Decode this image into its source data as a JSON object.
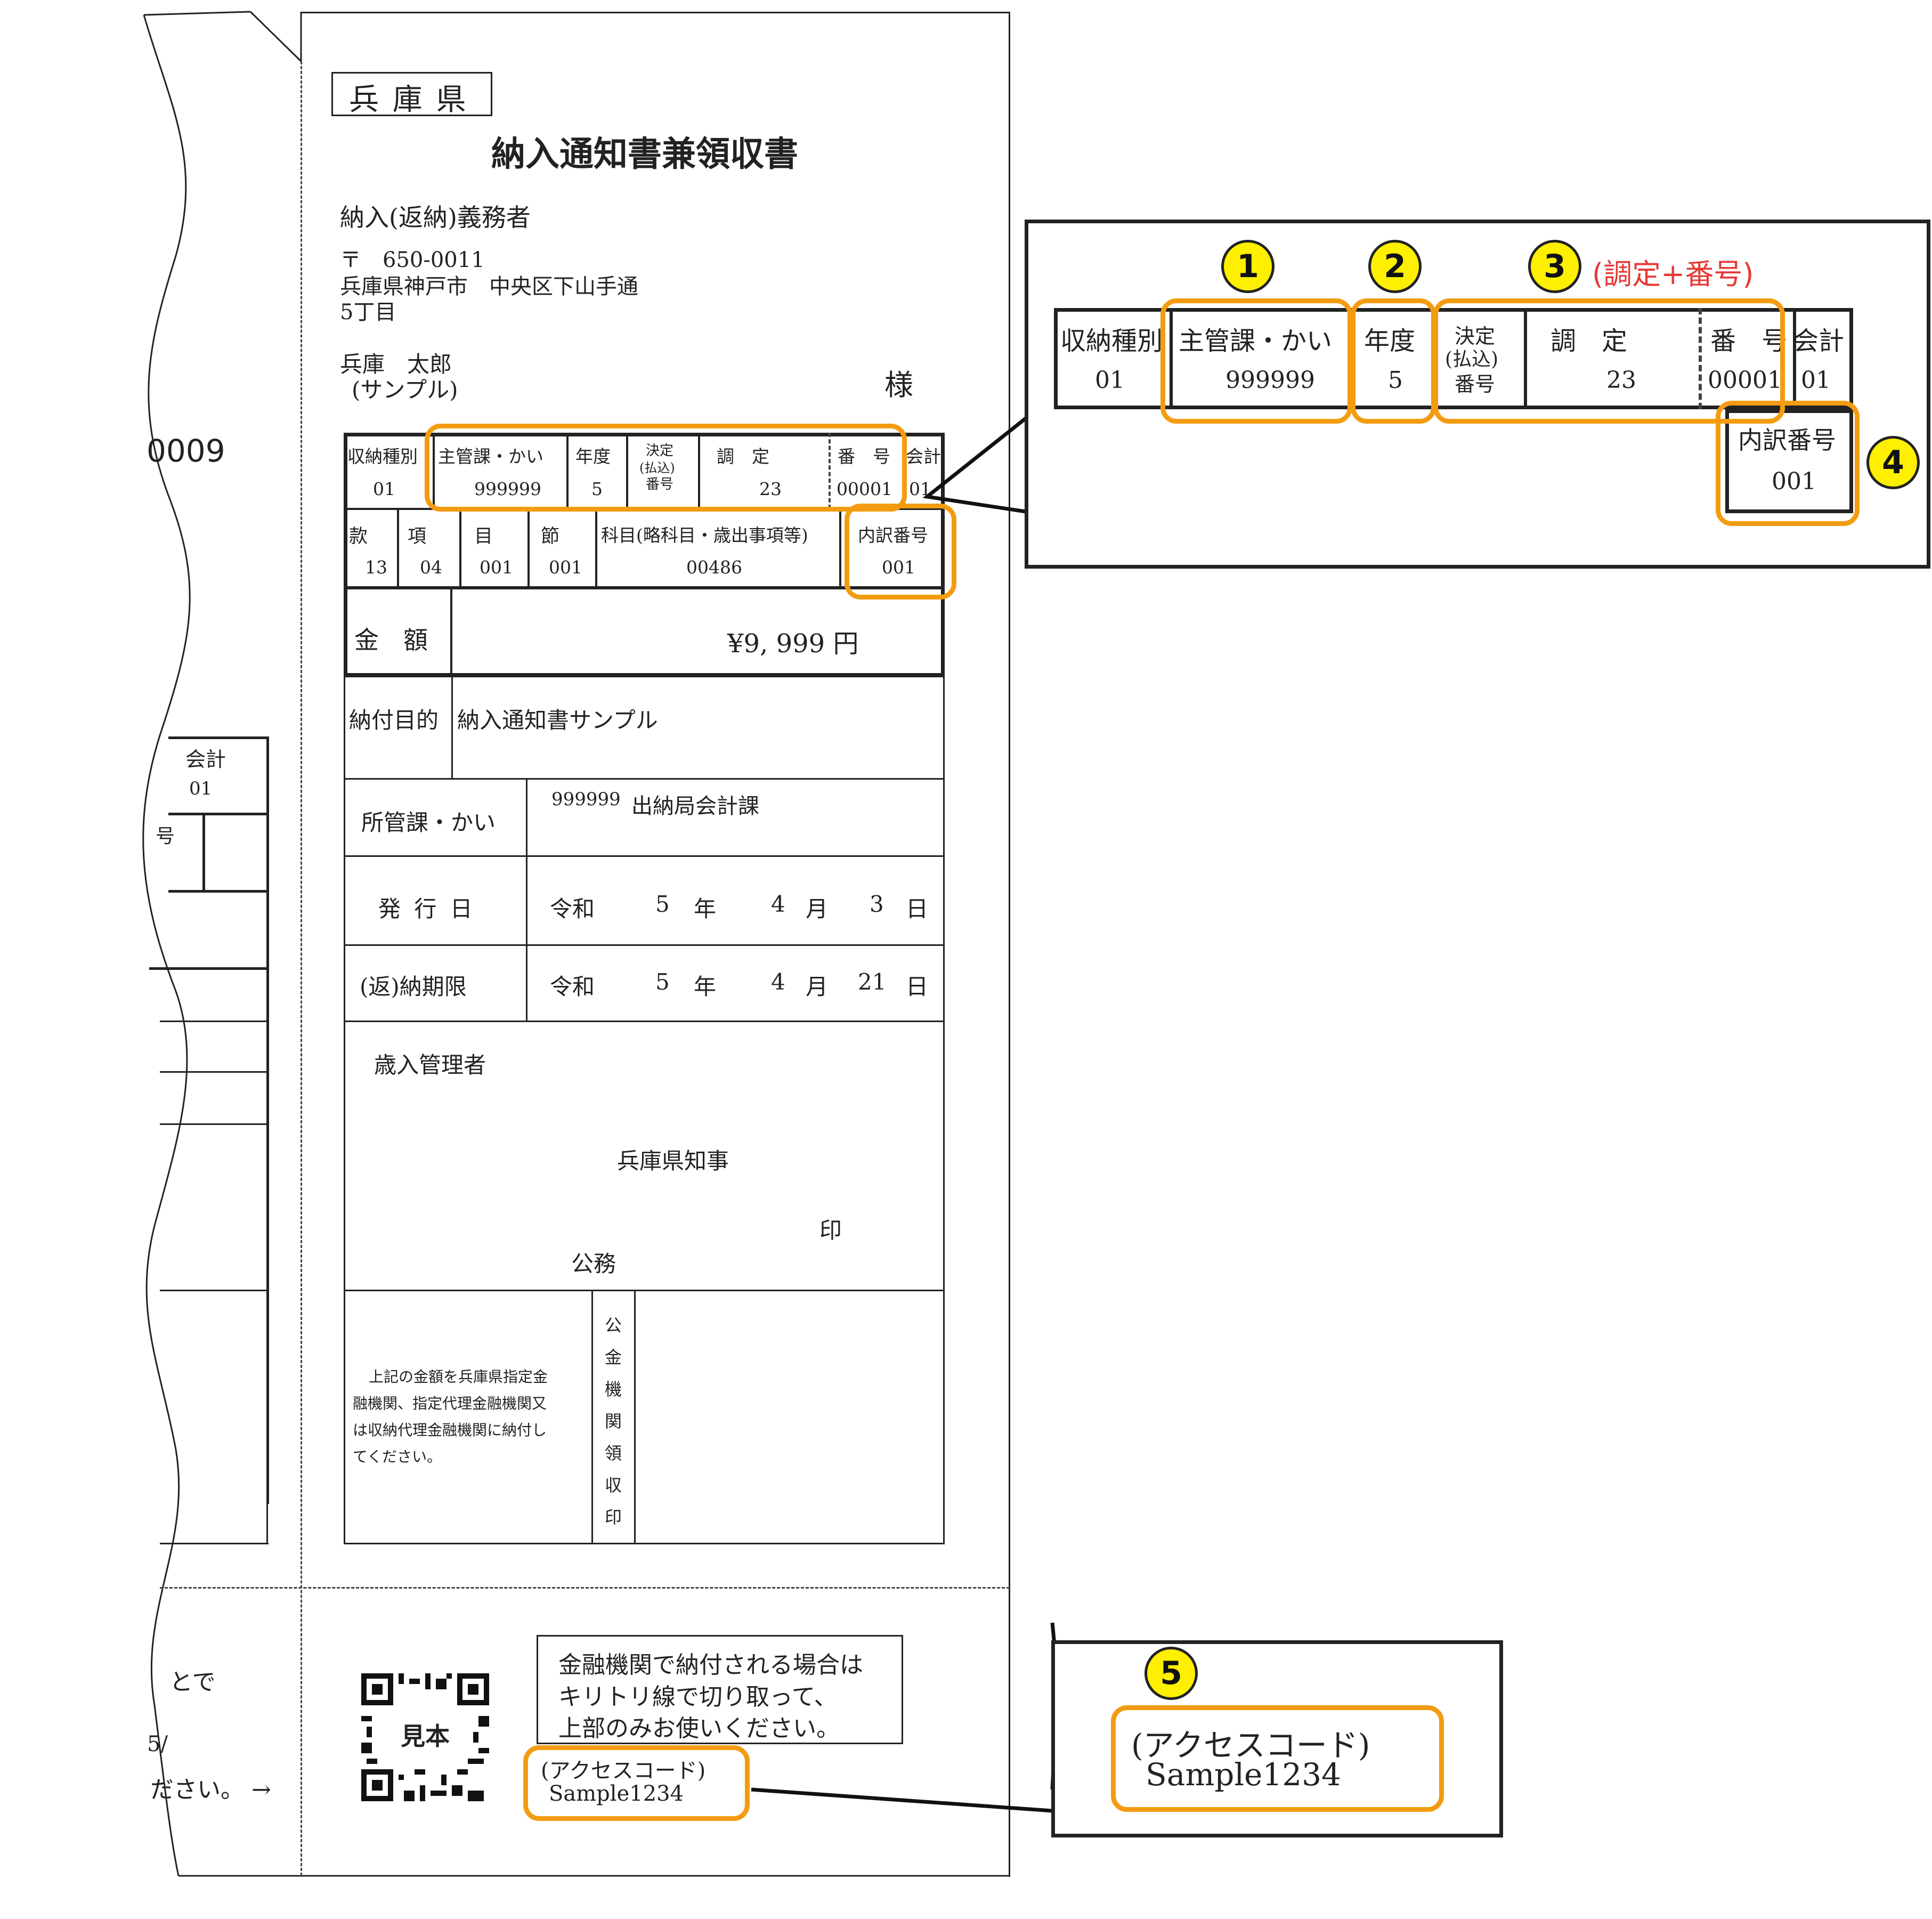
{
  "form": {
    "pref_box": "兵 庫 県",
    "title": "納入通知書兼領収書",
    "payer_heading": "納入(返納)義務者",
    "postal": "〒　650-0011",
    "address1": "兵庫県神戸市　中央区下山手通",
    "address2": "5丁目",
    "name1": "兵庫　太郎",
    "name2": "(サンプル)",
    "sama": "様",
    "row1": {
      "h_type": "収納種別",
      "v_type": "01",
      "h_dept": "主管課・かい",
      "v_dept": "999999",
      "h_year": "年度",
      "v_year": "5",
      "h_dec1": "決定",
      "h_dec2": "(払込)",
      "h_dec3": "番号",
      "h_adj": "調　定",
      "v_adj": "23",
      "h_num": "番　号",
      "v_num": "00001",
      "h_acc": "会計",
      "v_acc": "01"
    },
    "row2": {
      "h_kan": "款",
      "v_kan": "13",
      "h_kou": "項",
      "v_kou": "04",
      "h_moku": "目",
      "v_moku": "001",
      "h_setsu": "節",
      "v_setsu": "001",
      "h_kamoku": "科目(略科目・歳出事項等)",
      "v_kamoku": "00486",
      "h_uchi": "内訳番号",
      "v_uchi": "001"
    },
    "amount_label": "金　額",
    "amount_value": "¥9, 999 円",
    "purpose_label": "納付目的",
    "purpose_value": "納入通知書サンプル",
    "office_label": "所管課・かい",
    "office_code": "999999",
    "office_name": "出納局会計課",
    "issue_label": "発 行 日",
    "issue_era": "令和",
    "issue_y": "5",
    "issue_m": "4",
    "issue_d": "3",
    "deadline_label": "(返)納期限",
    "deadline_era": "令和",
    "deadline_y": "5",
    "deadline_m": "4",
    "deadline_d": "21",
    "unit_y": "年",
    "unit_m": "月",
    "unit_d": "日",
    "manager_label": "歳入管理者",
    "governor": "兵庫県知事",
    "seal": "印",
    "koumu": "公務",
    "notice1": "上記の金額を兵庫県指定金",
    "notice2": "融機関、指定代理金融機関又",
    "notice3": "は収納代理金融機関に納付し",
    "notice4": "てください。",
    "bank_vertical": [
      "公",
      "金",
      "機",
      "関",
      "領",
      "収",
      "印"
    ],
    "qr_label": "見本",
    "cut_note1": "金融機関で納付される場合は",
    "cut_note2": "キリトリ線で切り取って、",
    "cut_note3": "上部のみお使いください。",
    "access_label": "(アクセスコード)",
    "access_code": "Sample1234"
  },
  "left_fragment": {
    "code": "0009",
    "acc_label": "会計",
    "acc_value": "01",
    "num_frag": "号",
    "note1": "とで",
    "note2": "5/",
    "note3": "ださい。 →"
  },
  "zoom": {
    "h_type": "収納種別",
    "v_type": "01",
    "h_dept": "主管課・かい",
    "v_dept": "999999",
    "h_year": "年度",
    "v_year": "5",
    "h_dec1": "決定",
    "h_dec2": "(払込)",
    "h_dec3": "番号",
    "h_adj": "調　定",
    "v_adj": "23",
    "h_num": "番　号",
    "v_num": "00001",
    "h_acc": "会計",
    "v_acc": "01",
    "h_uchi": "内訳番号",
    "v_uchi": "001",
    "note3": "(調定+番号)",
    "access_label": "(アクセスコード)",
    "access_code": "Sample1234"
  },
  "badges": [
    "1",
    "2",
    "3",
    "4",
    "5"
  ],
  "colors": {
    "highlight": "#f39c12",
    "badge": "#ffef00",
    "note": "#e53935"
  }
}
